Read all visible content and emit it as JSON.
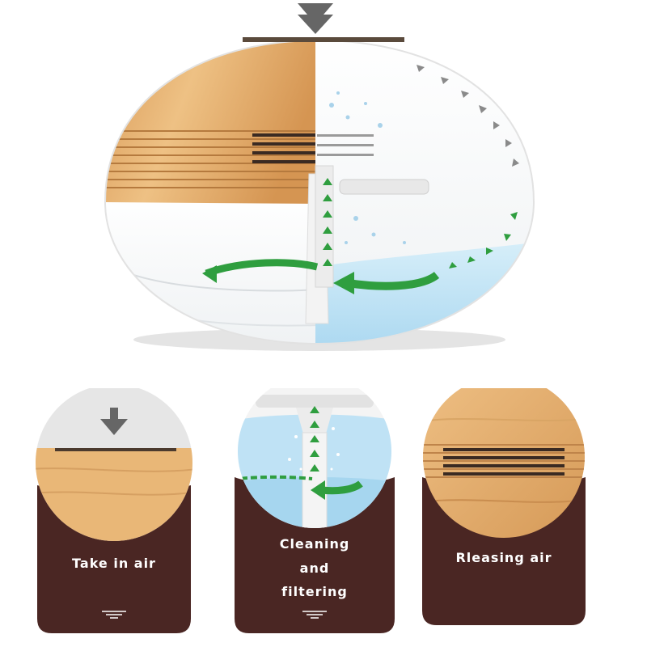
{
  "colors": {
    "wood_light": "#e9b777",
    "wood_dark": "#c98d4f",
    "panel_brown": "#4a2623",
    "water_blue": "#bfe2f5",
    "arrow_green": "#2f9e3f",
    "arrow_gray": "#666666"
  },
  "steps": [
    {
      "label": "Take in air"
    },
    {
      "label": "Cleaning and filtering",
      "lines": [
        "Cleaning",
        "and",
        "filtering"
      ]
    },
    {
      "label": "Rleasing air"
    }
  ]
}
